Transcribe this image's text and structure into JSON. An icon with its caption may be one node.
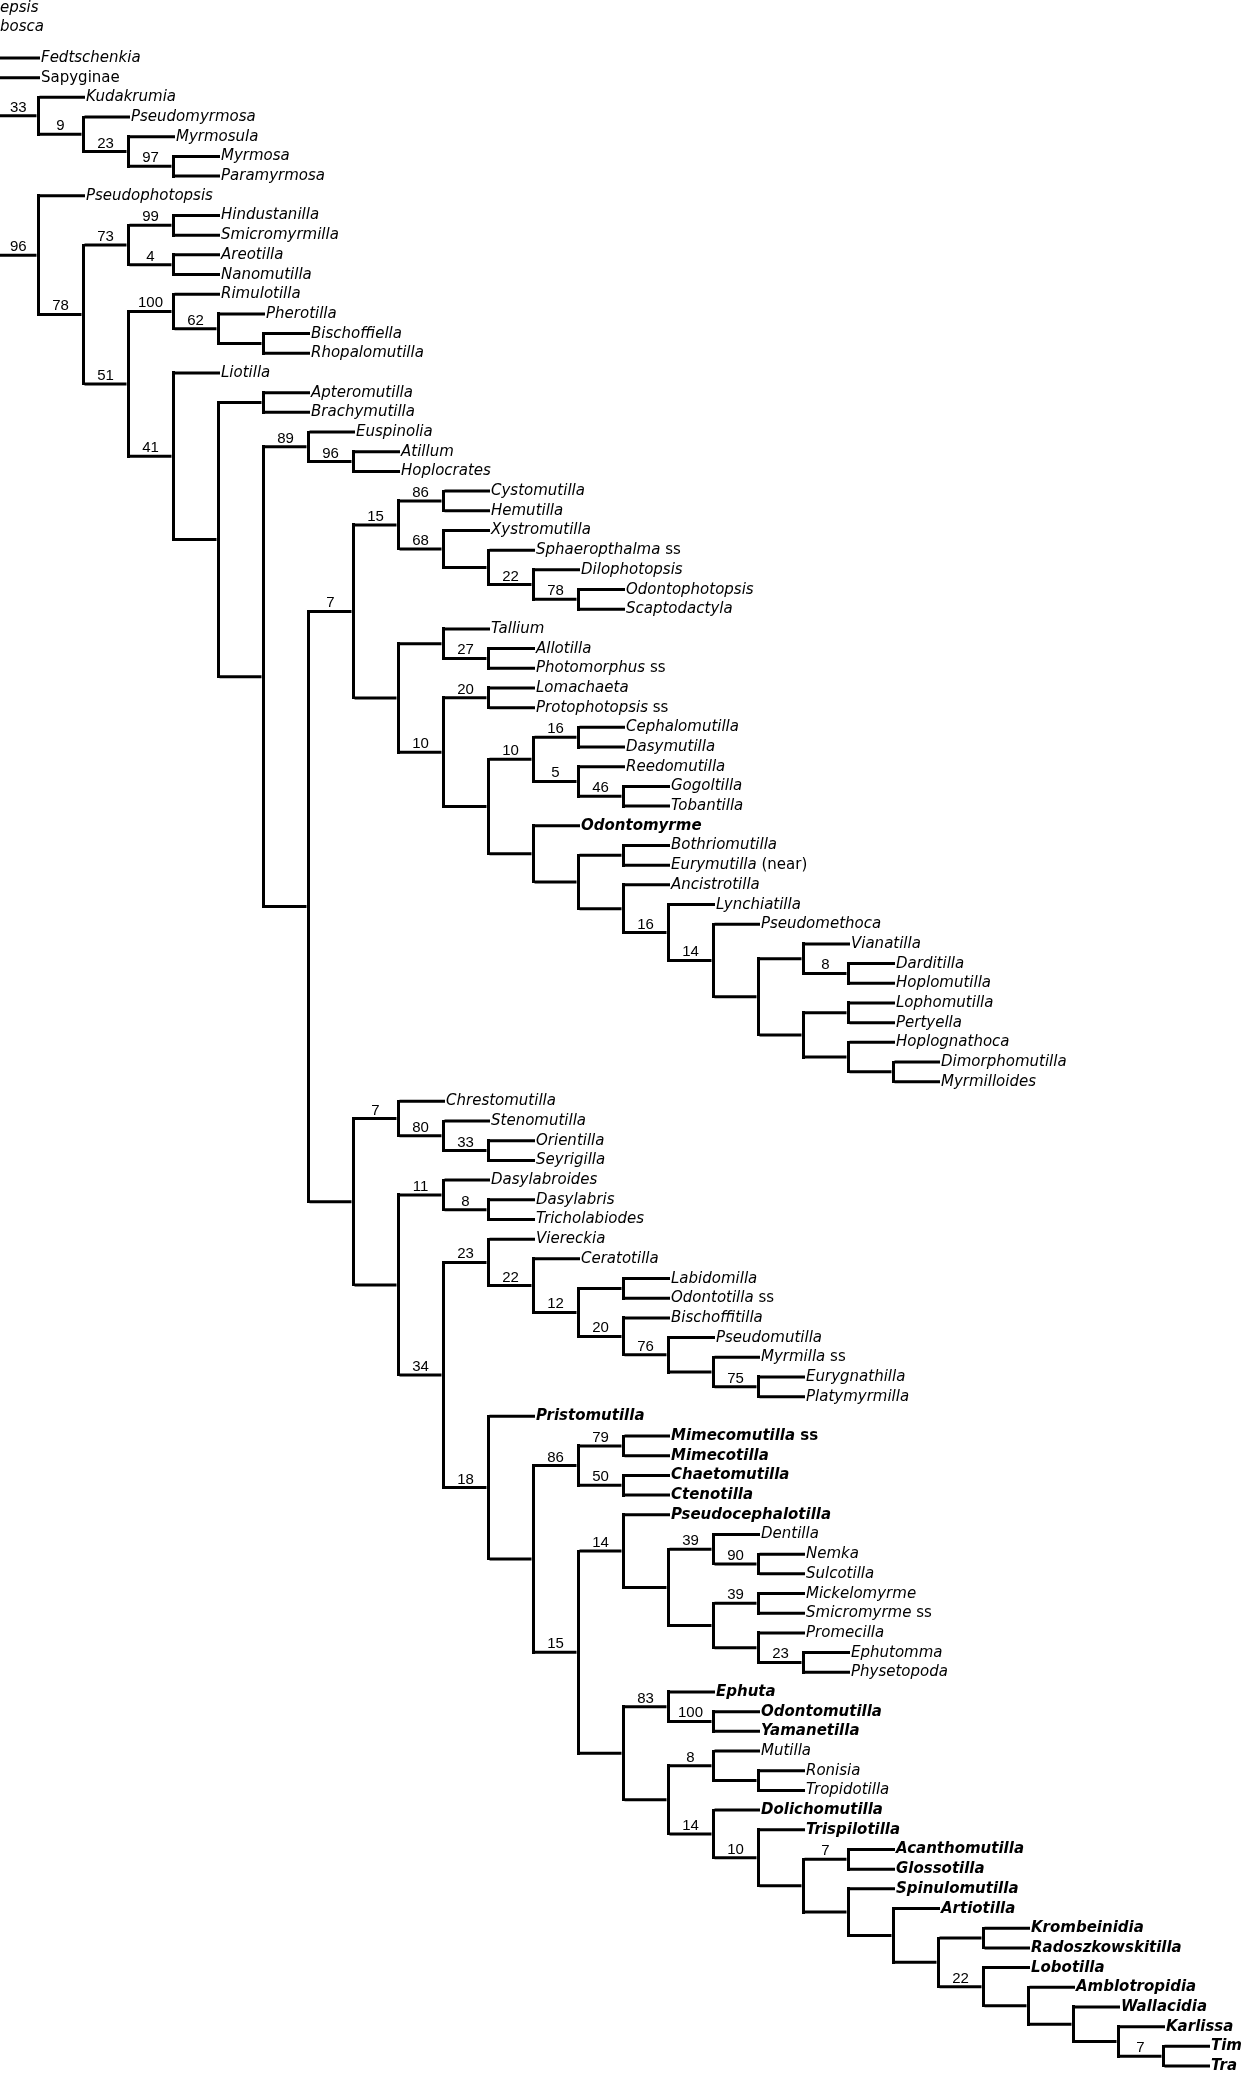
{
  "diagram": {
    "nodes": [
      {
        "text": [
          "Fedtschenkia"
        ]
      },
      {
        "text": [
          "Sapyginae"
        ]
      },
      {
        "text": [],
        "shape": "bar"
      },
      {
        "text": [
          "Kudakrumia"
        ]
      },
      {
        "text": [],
        "shape": "bar"
      },
      {
        "text": [
          "Pseudomyrmosa"
        ]
      },
      {
        "text": [],
        "shape": "bar"
      },
      {
        "text": [
          "Myrmosula"
        ]
      },
      {
        "text": [],
        "shape": "bar"
      },
      {
        "text": [
          "Myrmosa"
        ]
      },
      {
        "text": [
          "Paramyrmosa"
        ]
      },
      {
        "text": [],
        "shape": "bar"
      },
      {
        "text": [
          "Pseudophotopsis"
        ]
      },
      {
        "text": [],
        "shape": "bar"
      },
      {
        "text": [],
        "shape": "bar"
      },
      {
        "text": [],
        "shape": "bar"
      },
      {
        "text": [
          "Hindustanilla"
        ]
      },
      {
        "text": [
          "Smicromyrmilla"
        ]
      },
      {
        "text": [],
        "shape": "bar"
      },
      {
        "text": [
          "Areotilla"
        ]
      },
      {
        "text": [
          "Nanomutilla"
        ]
      },
      {
        "text": [],
        "shape": "bar"
      },
      {
        "text": [],
        "shape": "bar"
      },
      {
        "text": [
          "Rimulotilla"
        ]
      },
      {
        "text": [],
        "shape": "bar"
      },
      {
        "text": [
          "Pherotilla"
        ]
      },
      {
        "text": [],
        "shape": "bar"
      },
      {
        "text": [
          "Bischoffiella"
        ]
      },
      {
        "text": [
          "Rhopalomutilla"
        ]
      },
      {
        "text": [],
        "shape": "bar"
      },
      {
        "text": [
          "Liotilla"
        ]
      },
      {
        "text": [],
        "shape": "bar"
      },
      {
        "text": [],
        "shape": "bar"
      },
      {
        "text": [
          "Apteromutilla"
        ]
      },
      {
        "text": [
          "Brachymutilla"
        ]
      },
      {
        "text": [],
        "shape": "bar"
      },
      {
        "text": [],
        "shape": "bar"
      },
      {
        "text": [
          "Euspinolia"
        ]
      },
      {
        "text": [],
        "shape": "bar"
      },
      {
        "text": [
          "Atillum"
        ]
      },
      {
        "text": [
          "Hoplocrates"
        ]
      },
      {
        "text": [],
        "shape": "bar"
      },
      {
        "text": [],
        "shape": "bar"
      },
      {
        "text": [],
        "shape": "bar"
      },
      {
        "text": [],
        "shape": "bar"
      },
      {
        "text": [
          "Cystomutilla"
        ]
      },
      {
        "text": [
          "Hemutilla"
        ]
      },
      {
        "text": [],
        "shape": "bar"
      },
      {
        "text": [
          "Xystromutilla"
        ]
      },
      {
        "text": [],
        "shape": "bar"
      },
      {
        "text": [
          "*Sphaeropthalma* ss"
        ]
      },
      {
        "text": [],
        "shape": "bar"
      },
      {
        "text": [
          "Dilophotopsis"
        ]
      },
      {
        "text": [],
        "shape": "bar"
      },
      {
        "text": [
          "Odontophotopsis"
        ]
      },
      {
        "text": [
          "Scaptodactyla"
        ]
      },
      {
        "text": [],
        "shape": "bar"
      },
      {
        "text": [],
        "shape": "bar"
      },
      {
        "text": [
          "Tallium"
        ]
      },
      {
        "text": [],
        "shape": "bar"
      },
      {
        "text": [
          "Allotilla"
        ]
      },
      {
        "text": [
          "*Photomorphus* ss"
        ]
      },
      {
        "text": [],
        "shape": "bar"
      },
      {
        "text": [],
        "shape": "bar"
      },
      {
        "text": [
          "Lomachaeta"
        ]
      },
      {
        "text": [
          "*Protophotopsis* ss"
        ]
      },
      {
        "text": [],
        "shape": "bar"
      },
      {
        "text": [],
        "shape": "bar"
      },
      {
        "text": [],
        "shape": "bar"
      },
      {
        "text": [
          "Cephalomutilla"
        ]
      },
      {
        "text": [
          "Dasymutilla"
        ]
      },
      {
        "text": [],
        "shape": "bar"
      },
      {
        "text": [
          "Reedomutilla"
        ]
      },
      {
        "text": [],
        "shape": "bar"
      },
      {
        "text": [
          "Gogoltilla"
        ]
      },
      {
        "text": [
          "Tobantilla"
        ]
      },
      {
        "text": [],
        "shape": "bar"
      },
      {
        "text": [
          "Odontomyrme"
        ]
      },
      {
        "text": [],
        "shape": "bar"
      },
      {
        "text": [],
        "shape": "bar"
      },
      {
        "text": [
          "Bothriomutilla"
        ]
      },
      {
        "text": [
          "*Eurymutilla* (near)"
        ]
      },
      {
        "text": [],
        "shape": "bar"
      },
      {
        "text": [
          "Ancistrotilla"
        ]
      },
      {
        "text": [],
        "shape": "bar"
      },
      {
        "text": [
          "Lynchiatilla"
        ]
      },
      {
        "text": [],
        "shape": "bar"
      },
      {
        "text": [
          "Pseudomethoca"
        ]
      },
      {
        "text": [],
        "shape": "bar"
      },
      {
        "text": [],
        "shape": "bar"
      },
      {
        "text": [
          "Vianatilla"
        ]
      },
      {
        "text": [],
        "shape": "bar"
      },
      {
        "text": [
          "Darditilla"
        ]
      },
      {
        "text": [
          "Hoplomutilla"
        ]
      },
      {
        "text": [],
        "shape": "bar"
      },
      {
        "text": [],
        "shape": "bar"
      },
      {
        "text": [
          "Lophomutilla"
        ]
      },
      {
        "text": [
          "Pertyella"
        ]
      },
      {
        "text": [],
        "shape": "bar"
      },
      {
        "text": [
          "Hoplognathoca"
        ]
      },
      {
        "text": [],
        "shape": "bar"
      },
      {
        "text": [
          "Dimorphomutilla"
        ]
      },
      {
        "text": [
          "Myrmilloides"
        ]
      },
      {
        "text": [],
        "shape": "bar"
      },
      {
        "text": [],
        "shape": "bar"
      },
      {
        "text": [
          "Chrestomutilla"
        ]
      },
      {
        "text": [],
        "shape": "bar"
      },
      {
        "text": [
          "Stenomutilla"
        ]
      },
      {
        "text": [],
        "shape": "bar"
      },
      {
        "text": [
          "Orientilla"
        ]
      },
      {
        "text": [
          "Seyrigilla"
        ]
      },
      {
        "text": [],
        "shape": "bar"
      },
      {
        "text": [],
        "shape": "bar"
      },
      {
        "text": [
          "Dasylabroides"
        ]
      },
      {
        "text": [],
        "shape": "bar"
      },
      {
        "text": [
          "Dasylabris"
        ]
      },
      {
        "text": [
          "Tricholabiodes"
        ]
      },
      {
        "text": [],
        "shape": "bar"
      },
      {
        "text": [],
        "shape": "bar"
      },
      {
        "text": [
          "Viereckia"
        ]
      },
      {
        "text": [],
        "shape": "bar"
      },
      {
        "text": [
          "Ceratotilla"
        ]
      },
      {
        "text": [],
        "shape": "bar"
      },
      {
        "text": [],
        "shape": "bar"
      },
      {
        "text": [
          "Labidomilla"
        ]
      },
      {
        "text": [
          "*Odontotilla* ss"
        ]
      },
      {
        "text": [],
        "shape": "bar"
      },
      {
        "text": [
          "Bischoffitilla"
        ]
      },
      {
        "text": [],
        "shape": "bar"
      },
      {
        "text": [
          "Pseudomutilla"
        ]
      },
      {
        "text": [],
        "shape": "bar"
      },
      {
        "text": [
          "*Myrmilla* ss"
        ]
      },
      {
        "text": [],
        "shape": "bar"
      },
      {
        "text": [
          "Eurygnathilla"
        ]
      },
      {
        "text": [
          "Platymyrmilla"
        ]
      },
      {
        "text": [],
        "shape": "bar"
      },
      {
        "text": [
          "Pristomutilla"
        ]
      },
      {
        "text": [],
        "shape": "bar"
      },
      {
        "text": [],
        "shape": "bar"
      },
      {
        "text": [],
        "shape": "bar"
      },
      {
        "text": [
          "*Mimecomutilla* ss"
        ]
      },
      {
        "text": [
          "Mimecotilla"
        ]
      },
      {
        "text": [],
        "shape": "bar"
      },
      {
        "text": [
          "Chaetomutilla"
        ]
      },
      {
        "text": [
          "Ctenotilla"
        ]
      },
      {
        "text": [],
        "shape": "bar"
      },
      {
        "text": [],
        "shape": "bar"
      },
      {
        "text": [
          "Pseudocephalotilla"
        ]
      },
      {
        "text": [],
        "shape": "bar"
      },
      {
        "text": [],
        "shape": "bar"
      },
      {
        "text": [
          "Dentilla"
        ]
      },
      {
        "text": [],
        "shape": "bar"
      },
      {
        "text": [
          "Nemka"
        ]
      },
      {
        "text": [
          "Sulcotilla"
        ]
      },
      {
        "text": [],
        "shape": "bar"
      },
      {
        "text": [],
        "shape": "bar"
      },
      {
        "text": [
          "Mickelomyrme"
        ]
      },
      {
        "text": [
          "*Smicromyrme* ss"
        ]
      },
      {
        "text": [],
        "shape": "bar"
      },
      {
        "text": [
          "Promecilla"
        ]
      },
      {
        "text": [],
        "shape": "bar"
      },
      {
        "text": [
          "Ephutomma"
        ]
      },
      {
        "text": [
          "Physetopoda"
        ]
      },
      {
        "text": [],
        "shape": "bar"
      },
      {
        "text": [],
        "shape": "bar"
      },
      {
        "text": [
          "Ephuta"
        ]
      },
      {
        "text": [],
        "shape": "bar"
      },
      {
        "text": [
          "Odontomutilla"
        ]
      },
      {
        "text": [
          "Yamanetilla"
        ]
      },
      {
        "text": [],
        "shape": "bar"
      },
      {
        "text": [],
        "shape": "bar"
      },
      {
        "text": [
          "Mutilla"
        ]
      },
      {
        "text": [],
        "shape": "bar"
      },
      {
        "text": [
          "Ronisia"
        ]
      },
      {
        "text": [
          "Tropidotilla"
        ]
      },
      {
        "text": [],
        "shape": "bar"
      },
      {
        "text": [
          "Dolichomutilla"
        ]
      },
      {
        "text": [],
        "shape": "bar"
      },
      {
        "text": [
          "Trispilotilla"
        ]
      },
      {
        "text": [],
        "shape": "bar"
      },
      {
        "text": [],
        "shape": "bar"
      },
      {
        "text": [
          "Acanthomutilla"
        ]
      },
      {
        "text": [
          "Glossotilla"
        ]
      },
      {
        "text": [],
        "shape": "bar"
      },
      {
        "text": [
          "Spinulomutilla"
        ]
      },
      {
        "text": [],
        "shape": "bar"
      },
      {
        "text": [
          "Artiotilla"
        ]
      },
      {
        "text": [],
        "shape": "bar"
      },
      {
        "text": [],
        "shape": "bar"
      },
      {
        "text": [
          "Krombeinidia"
        ]
      },
      {
        "text": [
          "Radoszkowskitilla"
        ]
      },
      {
        "text": [],
        "shape": "bar"
      },
      {
        "text": [
          "Lobotilla"
        ]
      },
      {
        "text": [],
        "shape": "bar"
      },
      {
        "text": [
          "Amblotropidia"
        ]
      },
      {
        "text": [],
        "shape": "bar"
      },
      {
        "text": [
          "Wallacidia"
        ]
      },
      {
        "text": [],
        "shape": "bar"
      },
      {
        "text": [
          "Karlissa"
        ]
      },
      {
        "text": [],
        "shape": "bar"
      },
      {
        "text": [
          "Tim"
        ]
      },
      {
        "text": [
          "Tra"
        ]
      }
    ],
    "edges": [
      {
        "from": null,
        "to": 0,
        "arrow": "none"
      },
      {
        "from": null,
        "to": 1,
        "arrow": "none"
      },
      {
        "from": null,
        "to": 2,
        "arrow": "none",
        "label": "33"
      },
      {
        "from": 2,
        "to": 3,
        "arrow": "none"
      },
      {
        "from": 2,
        "to": 4,
        "arrow": "none",
        "label": "9"
      },
      {
        "from": 4,
        "to": 5,
        "arrow": "none"
      },
      {
        "from": 4,
        "to": 6,
        "arrow": "none",
        "label": "23"
      },
      {
        "from": 6,
        "to": 7,
        "arrow": "none"
      },
      {
        "from": 6,
        "to": 8,
        "arrow": "none",
        "label": "97"
      },
      {
        "from": 8,
        "to": 9,
        "arrow": "none"
      },
      {
        "from": 8,
        "to": 10,
        "arrow": "none"
      },
      {
        "from": null,
        "to": 11,
        "arrow": "none",
        "label": "96"
      },
      {
        "from": 11,
        "to": 12,
        "arrow": "none"
      },
      {
        "from": 11,
        "to": 13,
        "arrow": "none",
        "label": "78"
      },
      {
        "from": 13,
        "to": 14,
        "arrow": "none",
        "label": "73"
      },
      {
        "from": 14,
        "to": 15,
        "arrow": "none",
        "label": "99"
      },
      {
        "from": 15,
        "to": 16,
        "arrow": "none"
      },
      {
        "from": 15,
        "to": 17,
        "arrow": "none"
      },
      {
        "from": 14,
        "to": 18,
        "arrow": "none",
        "label": "4"
      },
      {
        "from": 18,
        "to": 19,
        "arrow": "none"
      },
      {
        "from": 18,
        "to": 20,
        "arrow": "none"
      },
      {
        "from": 13,
        "to": 21,
        "arrow": "none",
        "label": "51"
      },
      {
        "from": 21,
        "to": 22,
        "arrow": "none",
        "label": "100"
      },
      {
        "from": 22,
        "to": 23,
        "arrow": "none"
      },
      {
        "from": 22,
        "to": 24,
        "arrow": "none",
        "label": "62"
      },
      {
        "from": 24,
        "to": 25,
        "arrow": "none"
      },
      {
        "from": 24,
        "to": 26,
        "arrow": "none"
      },
      {
        "from": 26,
        "to": 27,
        "arrow": "none"
      },
      {
        "from": 26,
        "to": 28,
        "arrow": "none"
      },
      {
        "from": 21,
        "to": 29,
        "arrow": "none",
        "label": "41"
      },
      {
        "from": 29,
        "to": 30,
        "arrow": "none"
      },
      {
        "from": 29,
        "to": 31,
        "arrow": "none"
      },
      {
        "from": 31,
        "to": 32,
        "arrow": "none"
      },
      {
        "from": 32,
        "to": 33,
        "arrow": "none"
      },
      {
        "from": 32,
        "to": 34,
        "arrow": "none"
      },
      {
        "from": 31,
        "to": 35,
        "arrow": "none"
      },
      {
        "from": 35,
        "to": 36,
        "arrow": "none",
        "label": "89"
      },
      {
        "from": 36,
        "to": 37,
        "arrow": "none"
      },
      {
        "from": 36,
        "to": 38,
        "arrow": "none",
        "label": "96"
      },
      {
        "from": 38,
        "to": 39,
        "arrow": "none"
      },
      {
        "from": 38,
        "to": 40,
        "arrow": "none"
      },
      {
        "from": 35,
        "to": 41,
        "arrow": "none"
      },
      {
        "from": 41,
        "to": 42,
        "arrow": "none",
        "label": "7"
      },
      {
        "from": 42,
        "to": 43,
        "arrow": "none",
        "label": "15"
      },
      {
        "from": 43,
        "to": 44,
        "arrow": "none",
        "label": "86"
      },
      {
        "from": 44,
        "to": 45,
        "arrow": "none"
      },
      {
        "from": 44,
        "to": 46,
        "arrow": "none"
      },
      {
        "from": 43,
        "to": 47,
        "arrow": "none",
        "label": "68"
      },
      {
        "from": 47,
        "to": 48,
        "arrow": "none"
      },
      {
        "from": 47,
        "to": 49,
        "arrow": "none"
      },
      {
        "from": 49,
        "to": 50,
        "arrow": "none"
      },
      {
        "from": 49,
        "to": 51,
        "arrow": "none",
        "label": "22"
      },
      {
        "from": 51,
        "to": 52,
        "arrow": "none"
      },
      {
        "from": 51,
        "to": 53,
        "arrow": "none",
        "label": "78"
      },
      {
        "from": 53,
        "to": 54,
        "arrow": "none"
      },
      {
        "from": 53,
        "to": 55,
        "arrow": "none"
      },
      {
        "from": 42,
        "to": 56,
        "arrow": "none"
      },
      {
        "from": 56,
        "to": 57,
        "arrow": "none"
      },
      {
        "from": 57,
        "to": 58,
        "arrow": "none"
      },
      {
        "from": 57,
        "to": 59,
        "arrow": "none",
        "label": "27"
      },
      {
        "from": 59,
        "to": 60,
        "arrow": "none"
      },
      {
        "from": 59,
        "to": 61,
        "arrow": "none"
      },
      {
        "from": 56,
        "to": 62,
        "arrow": "none",
        "label": "10"
      },
      {
        "from": 62,
        "to": 63,
        "arrow": "none",
        "label": "20"
      },
      {
        "from": 63,
        "to": 64,
        "arrow": "none"
      },
      {
        "from": 63,
        "to": 65,
        "arrow": "none"
      },
      {
        "from": 62,
        "to": 66,
        "arrow": "none"
      },
      {
        "from": 66,
        "to": 67,
        "arrow": "none",
        "label": "10"
      },
      {
        "from": 67,
        "to": 68,
        "arrow": "none",
        "label": "16"
      },
      {
        "from": 68,
        "to": 69,
        "arrow": "none"
      },
      {
        "from": 68,
        "to": 70,
        "arrow": "none"
      },
      {
        "from": 67,
        "to": 71,
        "arrow": "none",
        "label": "5"
      },
      {
        "from": 71,
        "to": 72,
        "arrow": "none"
      },
      {
        "from": 71,
        "to": 73,
        "arrow": "none",
        "label": "46"
      },
      {
        "from": 73,
        "to": 74,
        "arrow": "none"
      },
      {
        "from": 73,
        "to": 75,
        "arrow": "none"
      },
      {
        "from": 66,
        "to": 76,
        "arrow": "none"
      },
      {
        "from": 76,
        "to": 77,
        "arrow": "none"
      },
      {
        "from": 76,
        "to": 78,
        "arrow": "none"
      },
      {
        "from": 78,
        "to": 79,
        "arrow": "none"
      },
      {
        "from": 79,
        "to": 80,
        "arrow": "none"
      },
      {
        "from": 79,
        "to": 81,
        "arrow": "none"
      },
      {
        "from": 78,
        "to": 82,
        "arrow": "none"
      },
      {
        "from": 82,
        "to": 83,
        "arrow": "none"
      },
      {
        "from": 82,
        "to": 84,
        "arrow": "none",
        "label": "16"
      },
      {
        "from": 84,
        "to": 85,
        "arrow": "none"
      },
      {
        "from": 84,
        "to": 86,
        "arrow": "none",
        "label": "14"
      },
      {
        "from": 86,
        "to": 87,
        "arrow": "none"
      },
      {
        "from": 86,
        "to": 88,
        "arrow": "none"
      },
      {
        "from": 88,
        "to": 89,
        "arrow": "none"
      },
      {
        "from": 89,
        "to": 90,
        "arrow": "none"
      },
      {
        "from": 89,
        "to": 91,
        "arrow": "none",
        "label": "8"
      },
      {
        "from": 91,
        "to": 92,
        "arrow": "none"
      },
      {
        "from": 91,
        "to": 93,
        "arrow": "none"
      },
      {
        "from": 88,
        "to": 94,
        "arrow": "none"
      },
      {
        "from": 94,
        "to": 95,
        "arrow": "none"
      },
      {
        "from": 95,
        "to": 96,
        "arrow": "none"
      },
      {
        "from": 95,
        "to": 97,
        "arrow": "none"
      },
      {
        "from": 94,
        "to": 98,
        "arrow": "none"
      },
      {
        "from": 98,
        "to": 99,
        "arrow": "none"
      },
      {
        "from": 98,
        "to": 100,
        "arrow": "none"
      },
      {
        "from": 100,
        "to": 101,
        "arrow": "none"
      },
      {
        "from": 100,
        "to": 102,
        "arrow": "none"
      },
      {
        "from": 41,
        "to": 103,
        "arrow": "none"
      },
      {
        "from": 103,
        "to": 104,
        "arrow": "none",
        "label": "7"
      },
      {
        "from": 104,
        "to": 105,
        "arrow": "none"
      },
      {
        "from": 104,
        "to": 106,
        "arrow": "none",
        "label": "80"
      },
      {
        "from": 106,
        "to": 107,
        "arrow": "none"
      },
      {
        "from": 106,
        "to": 108,
        "arrow": "none",
        "label": "33"
      },
      {
        "from": 108,
        "to": 109,
        "arrow": "none"
      },
      {
        "from": 108,
        "to": 110,
        "arrow": "none"
      },
      {
        "from": 103,
        "to": 111,
        "arrow": "none"
      },
      {
        "from": 111,
        "to": 112,
        "arrow": "none",
        "label": "11"
      },
      {
        "from": 112,
        "to": 113,
        "arrow": "none"
      },
      {
        "from": 112,
        "to": 114,
        "arrow": "none",
        "label": "8"
      },
      {
        "from": 114,
        "to": 115,
        "arrow": "none"
      },
      {
        "from": 114,
        "to": 116,
        "arrow": "none"
      },
      {
        "from": 111,
        "to": 117,
        "arrow": "none",
        "label": "34"
      },
      {
        "from": 117,
        "to": 118,
        "arrow": "none",
        "label": "23"
      },
      {
        "from": 118,
        "to": 119,
        "arrow": "none"
      },
      {
        "from": 118,
        "to": 120,
        "arrow": "none",
        "label": "22"
      },
      {
        "from": 120,
        "to": 121,
        "arrow": "none"
      },
      {
        "from": 120,
        "to": 122,
        "arrow": "none",
        "label": "12"
      },
      {
        "from": 122,
        "to": 123,
        "arrow": "none"
      },
      {
        "from": 123,
        "to": 124,
        "arrow": "none"
      },
      {
        "from": 123,
        "to": 125,
        "arrow": "none"
      },
      {
        "from": 122,
        "to": 126,
        "arrow": "none",
        "label": "20"
      },
      {
        "from": 126,
        "to": 127,
        "arrow": "none"
      },
      {
        "from": 126,
        "to": 128,
        "arrow": "none",
        "label": "76"
      },
      {
        "from": 128,
        "to": 129,
        "arrow": "none"
      },
      {
        "from": 128,
        "to": 130,
        "arrow": "none"
      },
      {
        "from": 130,
        "to": 131,
        "arrow": "none"
      },
      {
        "from": 130,
        "to": 132,
        "arrow": "none",
        "label": "75"
      },
      {
        "from": 132,
        "to": 133,
        "arrow": "none"
      },
      {
        "from": 132,
        "to": 134,
        "arrow": "none"
      },
      {
        "from": 117,
        "to": 135,
        "arrow": "none",
        "label": "18"
      },
      {
        "from": 135,
        "to": 136,
        "arrow": "none"
      },
      {
        "from": 135,
        "to": 137,
        "arrow": "none"
      },
      {
        "from": 137,
        "to": 138,
        "arrow": "none",
        "label": "86"
      },
      {
        "from": 138,
        "to": 139,
        "arrow": "none",
        "label": "79"
      },
      {
        "from": 139,
        "to": 140,
        "arrow": "none"
      },
      {
        "from": 139,
        "to": 141,
        "arrow": "none"
      },
      {
        "from": 138,
        "to": 142,
        "arrow": "none",
        "label": "50"
      },
      {
        "from": 142,
        "to": 143,
        "arrow": "none"
      },
      {
        "from": 142,
        "to": 144,
        "arrow": "none"
      },
      {
        "from": 137,
        "to": 145,
        "arrow": "none",
        "label": "15"
      },
      {
        "from": 145,
        "to": 146,
        "arrow": "none",
        "label": "14"
      },
      {
        "from": 146,
        "to": 147,
        "arrow": "none"
      },
      {
        "from": 146,
        "to": 148,
        "arrow": "none"
      },
      {
        "from": 148,
        "to": 149,
        "arrow": "none",
        "label": "39"
      },
      {
        "from": 149,
        "to": 150,
        "arrow": "none"
      },
      {
        "from": 149,
        "to": 151,
        "arrow": "none",
        "label": "90"
      },
      {
        "from": 151,
        "to": 152,
        "arrow": "none"
      },
      {
        "from": 151,
        "to": 153,
        "arrow": "none"
      },
      {
        "from": 148,
        "to": 154,
        "arrow": "none"
      },
      {
        "from": 154,
        "to": 155,
        "arrow": "none",
        "label": "39"
      },
      {
        "from": 155,
        "to": 156,
        "arrow": "none"
      },
      {
        "from": 155,
        "to": 157,
        "arrow": "none"
      },
      {
        "from": 154,
        "to": 158,
        "arrow": "none"
      },
      {
        "from": 158,
        "to": 159,
        "arrow": "none"
      },
      {
        "from": 158,
        "to": 160,
        "arrow": "none",
        "label": "23"
      },
      {
        "from": 160,
        "to": 161,
        "arrow": "none"
      },
      {
        "from": 160,
        "to": 162,
        "arrow": "none"
      },
      {
        "from": 145,
        "to": 163,
        "arrow": "none"
      },
      {
        "from": 163,
        "to": 164,
        "arrow": "none",
        "label": "83"
      },
      {
        "from": 164,
        "to": 165,
        "arrow": "none"
      },
      {
        "from": 164,
        "to": 166,
        "arrow": "none",
        "label": "100"
      },
      {
        "from": 166,
        "to": 167,
        "arrow": "none"
      },
      {
        "from": 166,
        "to": 168,
        "arrow": "none"
      },
      {
        "from": 163,
        "to": 169,
        "arrow": "none"
      },
      {
        "from": 169,
        "to": 170,
        "arrow": "none",
        "label": "8"
      },
      {
        "from": 170,
        "to": 171,
        "arrow": "none"
      },
      {
        "from": 170,
        "to": 172,
        "arrow": "none"
      },
      {
        "from": 172,
        "to": 173,
        "arrow": "none"
      },
      {
        "from": 172,
        "to": 174,
        "arrow": "none"
      },
      {
        "from": 169,
        "to": 175,
        "arrow": "none",
        "label": "14"
      },
      {
        "from": 175,
        "to": 176,
        "arrow": "none"
      },
      {
        "from": 175,
        "to": 177,
        "arrow": "none",
        "label": "10"
      },
      {
        "from": 177,
        "to": 178,
        "arrow": "none"
      },
      {
        "from": 177,
        "to": 179,
        "arrow": "none"
      },
      {
        "from": 179,
        "to": 180,
        "arrow": "none",
        "label": "7"
      },
      {
        "from": 180,
        "to": 181,
        "arrow": "none"
      },
      {
        "from": 180,
        "to": 182,
        "arrow": "none"
      },
      {
        "from": 179,
        "to": 183,
        "arrow": "none"
      },
      {
        "from": 183,
        "to": 184,
        "arrow": "none"
      },
      {
        "from": 183,
        "to": 185,
        "arrow": "none"
      },
      {
        "from": 185,
        "to": 186,
        "arrow": "none"
      },
      {
        "from": 185,
        "to": 187,
        "arrow": "none"
      },
      {
        "from": 187,
        "to": 188,
        "arrow": "none"
      },
      {
        "from": 188,
        "to": 189,
        "arrow": "none"
      },
      {
        "from": 188,
        "to": 190,
        "arrow": "none"
      },
      {
        "from": 187,
        "to": 191,
        "arrow": "none",
        "label": "22"
      },
      {
        "from": 191,
        "to": 192,
        "arrow": "none"
      },
      {
        "from": 191,
        "to": 193,
        "arrow": "none"
      },
      {
        "from": 193,
        "to": 194,
        "arrow": "none"
      },
      {
        "from": 193,
        "to": 195,
        "arrow": "none"
      },
      {
        "from": 195,
        "to": 196,
        "arrow": "none"
      },
      {
        "from": 195,
        "to": 197,
        "arrow": "none"
      },
      {
        "from": 197,
        "to": 198,
        "arrow": "none"
      },
      {
        "from": 197,
        "to": 199,
        "arrow": "none",
        "label": "7"
      },
      {
        "from": 199,
        "to": 200,
        "arrow": "none"
      },
      {
        "from": 199,
        "to": 201,
        "arrow": "none"
      }
    ],
    "labels": [
      "epsis",
      "bosca"
    ]
  }
}
